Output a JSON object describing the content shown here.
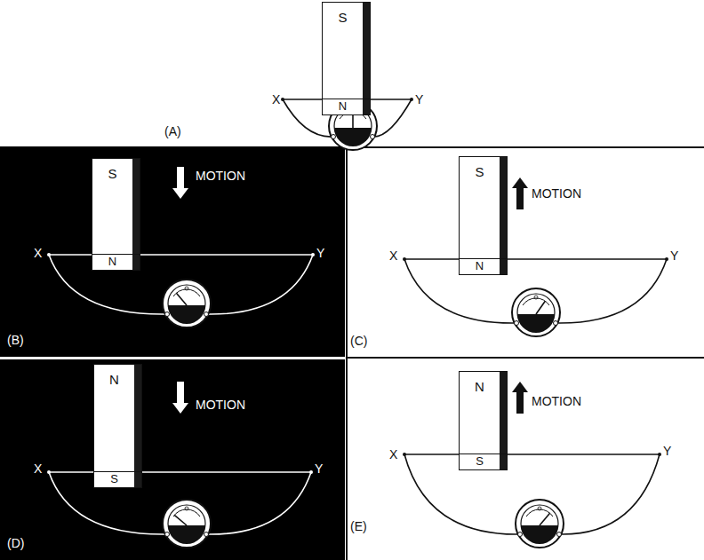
{
  "diagram": {
    "nodes": [
      {
        "text": [
          "S",
          "N"
        ]
      },
      {
        "text": [
          "S",
          "N"
        ]
      },
      {
        "text": [
          "S",
          "N"
        ]
      },
      {
        "text": [
          "N",
          "S"
        ]
      },
      {
        "text": [
          "N",
          "S"
        ]
      }
    ],
    "labels": [
      "X",
      "Y",
      "(A)",
      "MOTION",
      "X",
      "Y",
      "(B)",
      "MOTION",
      "X",
      "Y",
      "(C)",
      "MOTION",
      "X",
      "Y",
      "(D)",
      "MOTION",
      "X",
      "Y",
      "(E)"
    ]
  }
}
